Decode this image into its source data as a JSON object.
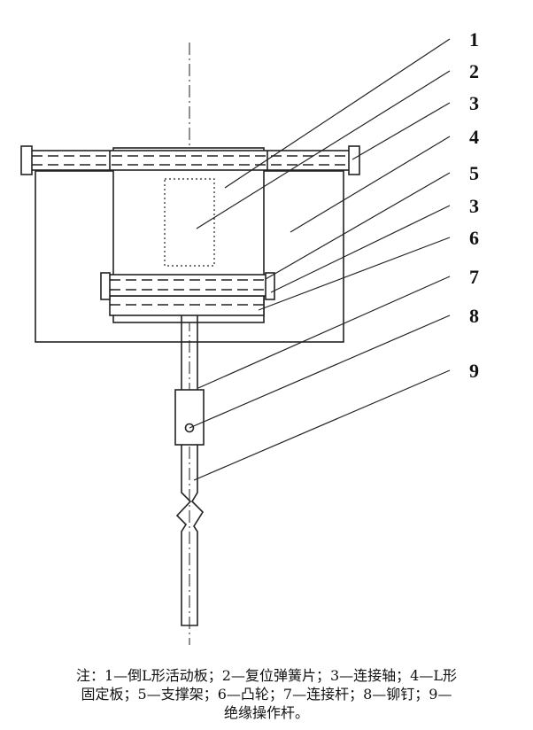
{
  "diagram": {
    "callout_numbers": [
      "1",
      "2",
      "3",
      "4",
      "5",
      "3",
      "6",
      "7",
      "8",
      "9"
    ]
  },
  "caption": {
    "line1": "注：1—倒L形活动板；2—复位弹簧片；3—连接轴；4—L形",
    "line2": "固定板；5—支撑架；6—凸轮；7—连接杆；8—铆钉；9—",
    "line3": "绝缘操作杆。"
  }
}
